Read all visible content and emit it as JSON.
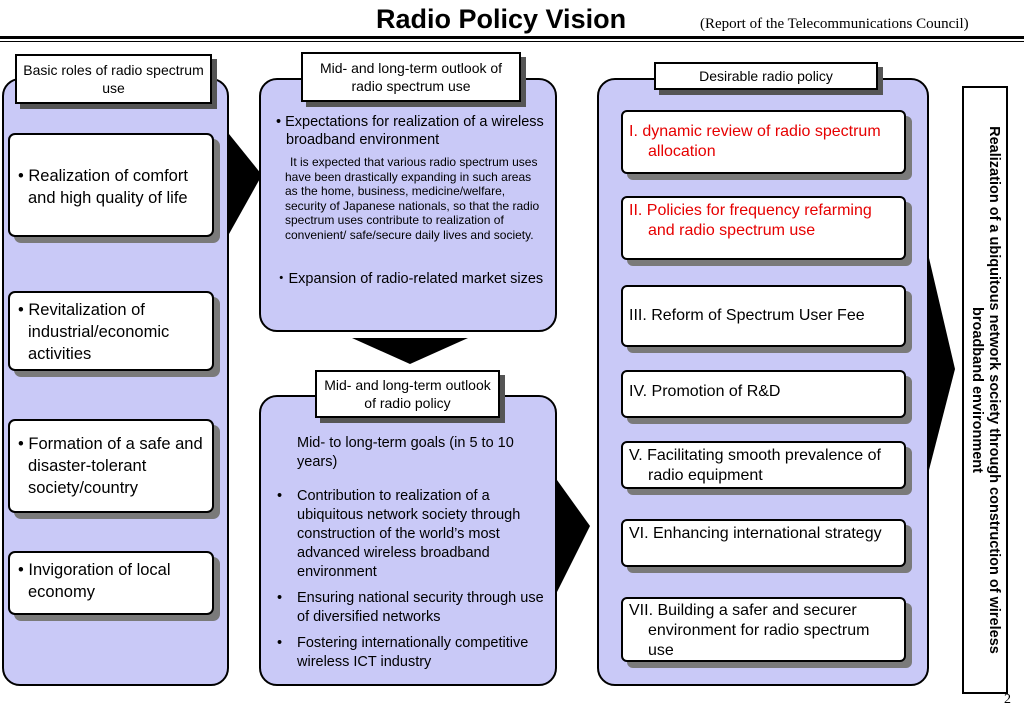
{
  "header": {
    "title": "Radio Policy Vision",
    "subtitle": "(Report of the Telecommunications Council)"
  },
  "left_panel": {
    "label": "Basic roles of radio spectrum use",
    "items": [
      "• Realization of comfort and high quality of life",
      "• Revitalization of industrial/economic activities",
      "• Formation of a safe and disaster-tolerant society/country",
      "• Invigoration of local economy"
    ]
  },
  "spectrum_outlook": {
    "label": "Mid- and long-term outlook of radio spectrum use",
    "bullet1": "• Expectations for realization of a wireless broadband environment",
    "detail": "It is expected that various radio spectrum uses have been drastically expanding in such areas as the home, business, medicine/welfare, security of Japanese nationals, so that the radio spectrum uses contribute to realization of convenient/ safe/secure daily lives and society.",
    "bullet2": "・Expansion of radio-related market sizes"
  },
  "policy_outlook": {
    "label": "Mid- and long-term outlook of radio policy",
    "goals_heading": "Mid- to long-term goals (in  5 to 10 years)",
    "goals": [
      "Contribution to realization of a ubiquitous network society through construction of the world’s most advanced wireless broadband environment",
      "Ensuring national security through use of diversified networks",
      "Fostering internationally competitive wireless ICT industry"
    ]
  },
  "desirable_policy": {
    "label": "Desirable radio policy",
    "items": [
      "I.  dynamic review of radio spectrum allocation",
      "II. Policies for frequency refarming and radio spectrum use",
      "III. Reform of Spectrum User Fee",
      "IV. Promotion of R&D",
      "V. Facilitating smooth prevalence of radio equipment",
      "VI. Enhancing international strategy",
      "VII. Building a safer and securer environment for radio spectrum use"
    ],
    "highlight_color": "#e60000"
  },
  "goal_box": {
    "text": "Realization of a ubiquitous network society through construction of wireless broadband environment"
  },
  "page_number": "2",
  "colors": {
    "panel": "#c9c9f7",
    "shadow": "#7a7a7a"
  }
}
